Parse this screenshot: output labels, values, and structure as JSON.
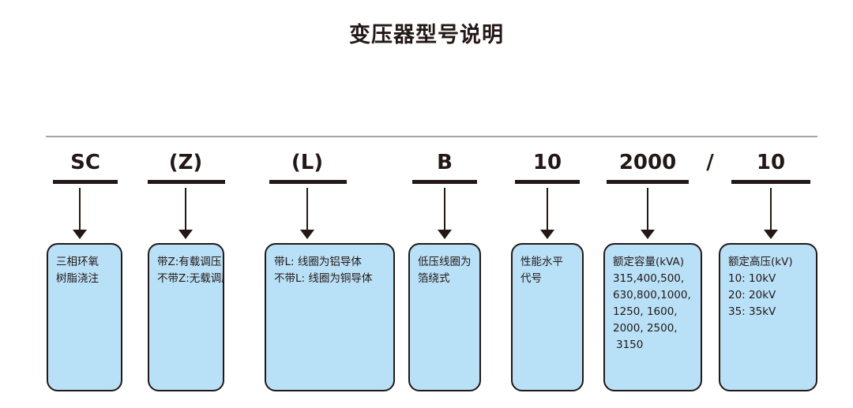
{
  "title": "变压器型号说明",
  "colors": {
    "box_fill": "#b8e0f7",
    "box_border": "#231815",
    "text": "#231815",
    "rule": "#a8a5a6",
    "background": "#ffffff"
  },
  "model_code": {
    "full_string": "SC(Z)(L)B10-2000/10",
    "separator": "/",
    "segments": [
      {
        "code": "SC"
      },
      {
        "code": "(Z)"
      },
      {
        "code": "(L)"
      },
      {
        "code": "B"
      },
      {
        "code": "10"
      },
      {
        "code": "2000"
      },
      {
        "code": "10"
      }
    ]
  },
  "descriptions": [
    {
      "for_code": "SC",
      "lines": [
        "三相环氧",
        "树脂浇注"
      ]
    },
    {
      "for_code": "(Z)",
      "lines": [
        "带Z:有载调压",
        "不带Z:无载调压"
      ]
    },
    {
      "for_code": "(L)",
      "lines": [
        "带L: 线圈为铝导体",
        "不带L: 线圈为铜导体"
      ]
    },
    {
      "for_code": "B",
      "lines": [
        "低压线圈为",
        "箔绕式"
      ]
    },
    {
      "for_code": "10",
      "lines": [
        "性能水平",
        "代号"
      ]
    },
    {
      "for_code": "2000",
      "lines": [
        "额定容量(kVA)",
        "315,400,500,",
        "630,800,1000,",
        "1250, 1600,",
        "2000, 2500,",
        "3150"
      ]
    },
    {
      "for_code": "10",
      "lines": [
        "额定高压(kV)",
        "10: 10kV",
        "20: 20kV",
        "35: 35kV"
      ]
    }
  ]
}
